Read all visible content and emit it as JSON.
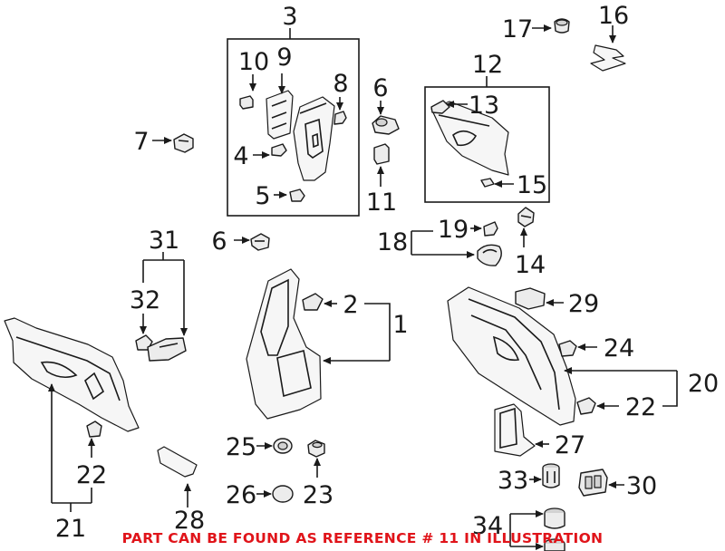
{
  "diagram": {
    "callouts": {
      "c1": "1",
      "c2": "2",
      "c3": "3",
      "c4": "4",
      "c5": "5",
      "c6a": "6",
      "c6b": "6",
      "c7": "7",
      "c8": "8",
      "c9": "9",
      "c10": "10",
      "c11": "11",
      "c12": "12",
      "c13": "13",
      "c14": "14",
      "c15": "15",
      "c16": "16",
      "c17": "17",
      "c18": "18",
      "c19": "19",
      "c20": "20",
      "c21": "21",
      "c22a": "22",
      "c22b": "22",
      "c23": "23",
      "c24": "24",
      "c25": "25",
      "c26": "26",
      "c27": "27",
      "c28": "28",
      "c29": "29",
      "c30": "30",
      "c31": "31",
      "c32": "32",
      "c33": "33",
      "c34": "34"
    },
    "notice": {
      "text": "PART CAN BE FOUND AS REFERENCE # 11 IN ILLUSTRATION",
      "color": "#e0141a"
    }
  }
}
